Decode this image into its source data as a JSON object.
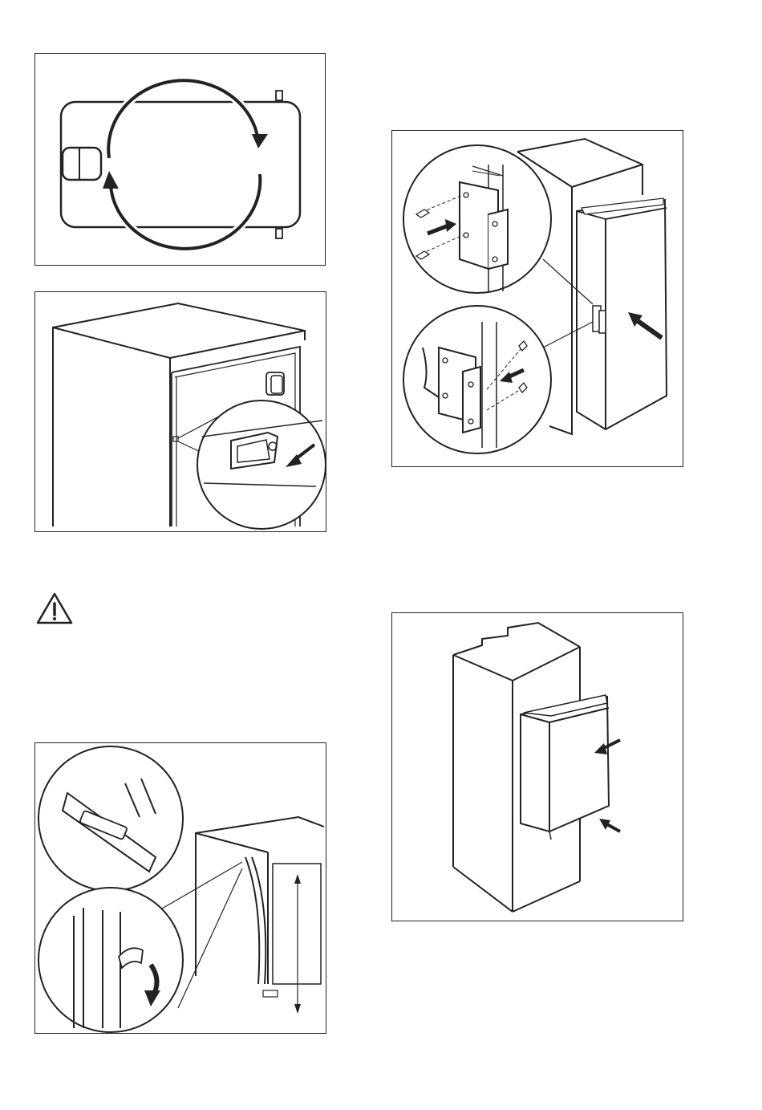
{
  "page": {
    "figures": [
      {
        "id": "fig1",
        "content": "rotation-diagram"
      },
      {
        "id": "fig2",
        "content": "cabinet-bracket-detail"
      },
      {
        "id": "fig3",
        "content": "door-hinge-installation"
      },
      {
        "id": "fig4",
        "content": "door-seal-trim"
      },
      {
        "id": "fig5",
        "content": "door-mounted-appliance"
      }
    ],
    "warning_icon": "warning-triangle-icon"
  }
}
